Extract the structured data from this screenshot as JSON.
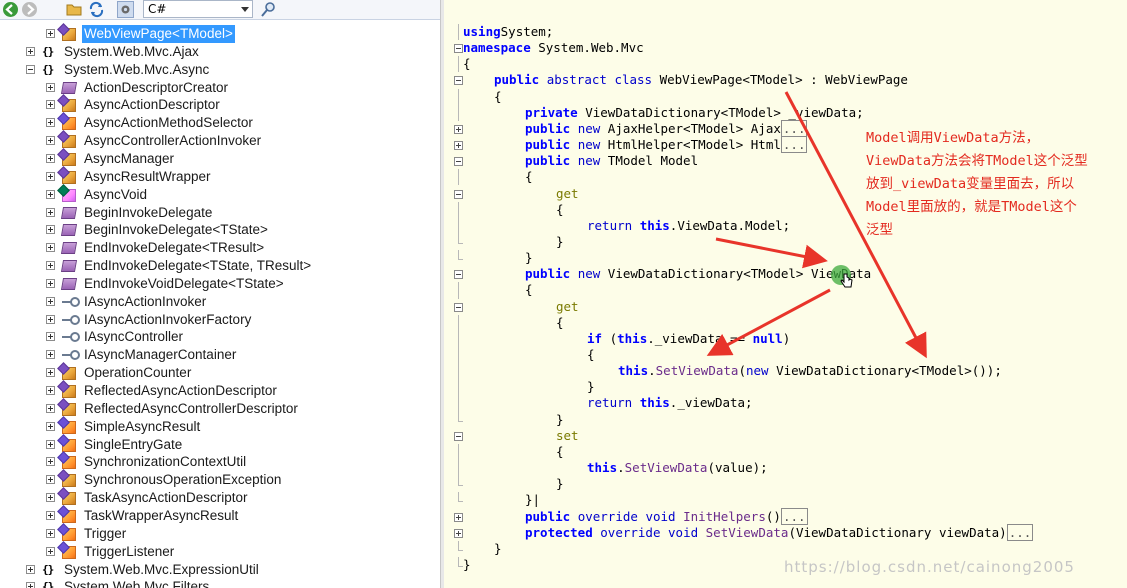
{
  "toolbar": {
    "buttons": [
      "back-button",
      "forward-button",
      "open-button",
      "refresh-button",
      "settings-button",
      "search-button"
    ],
    "language": "C#"
  },
  "tree": {
    "items": [
      {
        "label": "WebViewPage<TModel>",
        "icon": "class-icon",
        "expander": "plus",
        "level": 2,
        "selected": true
      },
      {
        "label": "System.Web.Mvc.Ajax",
        "icon": "namespace-icon",
        "expander": "plus",
        "level": 1
      },
      {
        "label": "System.Web.Mvc.Async",
        "icon": "namespace-icon",
        "expander": "minus",
        "level": 1
      },
      {
        "label": "ActionDescriptorCreator",
        "icon": "delegate-icon",
        "expander": "plus",
        "level": 2
      },
      {
        "label": "AsyncActionDescriptor",
        "icon": "class-icon",
        "expander": "plus",
        "level": 2
      },
      {
        "label": "AsyncActionMethodSelector",
        "icon": "sealed-class-icon",
        "expander": "plus",
        "level": 2
      },
      {
        "label": "AsyncControllerActionInvoker",
        "icon": "class-icon",
        "expander": "plus",
        "level": 2
      },
      {
        "label": "AsyncManager",
        "icon": "class-icon",
        "expander": "plus",
        "level": 2
      },
      {
        "label": "AsyncResultWrapper",
        "icon": "class-icon",
        "expander": "plus",
        "level": 2
      },
      {
        "label": "AsyncVoid",
        "icon": "struct-icon",
        "expander": "plus",
        "level": 2
      },
      {
        "label": "BeginInvokeDelegate",
        "icon": "delegate-icon",
        "expander": "plus",
        "level": 2
      },
      {
        "label": "BeginInvokeDelegate<TState>",
        "icon": "delegate-icon",
        "expander": "plus",
        "level": 2
      },
      {
        "label": "EndInvokeDelegate<TResult>",
        "icon": "delegate-icon",
        "expander": "plus",
        "level": 2
      },
      {
        "label": "EndInvokeDelegate<TState, TResult>",
        "icon": "delegate-icon",
        "expander": "plus",
        "level": 2
      },
      {
        "label": "EndInvokeVoidDelegate<TState>",
        "icon": "delegate-icon",
        "expander": "plus",
        "level": 2
      },
      {
        "label": "IAsyncActionInvoker",
        "icon": "interface-icon",
        "expander": "plus",
        "level": 2
      },
      {
        "label": "IAsyncActionInvokerFactory",
        "icon": "interface-icon",
        "expander": "plus",
        "level": 2
      },
      {
        "label": "IAsyncController",
        "icon": "interface-icon",
        "expander": "plus",
        "level": 2
      },
      {
        "label": "IAsyncManagerContainer",
        "icon": "interface-icon",
        "expander": "plus",
        "level": 2
      },
      {
        "label": "OperationCounter",
        "icon": "class-icon",
        "expander": "plus",
        "level": 2
      },
      {
        "label": "ReflectedAsyncActionDescriptor",
        "icon": "class-icon",
        "expander": "plus",
        "level": 2
      },
      {
        "label": "ReflectedAsyncControllerDescriptor",
        "icon": "class-icon",
        "expander": "plus",
        "level": 2
      },
      {
        "label": "SimpleAsyncResult",
        "icon": "sealed-class-icon",
        "expander": "plus",
        "level": 2
      },
      {
        "label": "SingleEntryGate",
        "icon": "sealed-class-icon",
        "expander": "plus",
        "level": 2
      },
      {
        "label": "SynchronizationContextUtil",
        "icon": "static-class-icon",
        "expander": "plus",
        "level": 2
      },
      {
        "label": "SynchronousOperationException",
        "icon": "class-icon",
        "expander": "plus",
        "level": 2
      },
      {
        "label": "TaskAsyncActionDescriptor",
        "icon": "class-icon",
        "expander": "plus",
        "level": 2
      },
      {
        "label": "TaskWrapperAsyncResult",
        "icon": "sealed-class-icon",
        "expander": "plus",
        "level": 2
      },
      {
        "label": "Trigger",
        "icon": "sealed-class-icon",
        "expander": "plus",
        "level": 2
      },
      {
        "label": "TriggerListener",
        "icon": "sealed-class-icon",
        "expander": "plus",
        "level": 2
      },
      {
        "label": "System.Web.Mvc.ExpressionUtil",
        "icon": "namespace-icon",
        "expander": "plus",
        "level": 1
      },
      {
        "label": "System.Web.Mvc.Filters",
        "icon": "namespace-icon",
        "expander": "plus",
        "level": 1
      }
    ]
  },
  "code": {
    "lines": [
      {
        "indent": 0,
        "fold": "none",
        "tokens": [
          [
            "kw",
            "using"
          ],
          [
            "",
            "System;"
          ]
        ]
      },
      {
        "indent": 0,
        "fold": "minus",
        "tokens": [
          [
            "kw",
            "namespace"
          ],
          [
            "",
            " System.Web.Mvc"
          ]
        ]
      },
      {
        "indent": 0,
        "fold": "none",
        "tokens": [
          [
            "",
            "{"
          ]
        ]
      },
      {
        "indent": 1,
        "fold": "minus",
        "tokens": [
          [
            "kw",
            "public"
          ],
          [
            "",
            " "
          ],
          [
            "kw2",
            "abstract"
          ],
          [
            "",
            " "
          ],
          [
            "kw2",
            "class"
          ],
          [
            "",
            " WebViewPage<TModel> : WebViewPage"
          ]
        ]
      },
      {
        "indent": 1,
        "fold": "none",
        "tokens": [
          [
            "",
            "{"
          ]
        ]
      },
      {
        "indent": 2,
        "fold": "none",
        "tokens": [
          [
            "kw",
            "private"
          ],
          [
            "",
            " ViewDataDictionary<TModel> _viewData;"
          ]
        ]
      },
      {
        "indent": 2,
        "fold": "plus",
        "tokens": [
          [
            "kw",
            "public"
          ],
          [
            "",
            " "
          ],
          [
            "kw2",
            "new"
          ],
          [
            "",
            " AjaxHelper<TModel> Ajax"
          ],
          [
            "box",
            "..."
          ]
        ]
      },
      {
        "indent": 2,
        "fold": "plus",
        "tokens": [
          [
            "kw",
            "public"
          ],
          [
            "",
            " "
          ],
          [
            "kw2",
            "new"
          ],
          [
            "",
            " HtmlHelper<TModel> Html"
          ],
          [
            "box",
            "..."
          ]
        ]
      },
      {
        "indent": 2,
        "fold": "minus",
        "tokens": [
          [
            "kw",
            "public"
          ],
          [
            "",
            " "
          ],
          [
            "kw2",
            "new"
          ],
          [
            "",
            " TModel Model"
          ]
        ]
      },
      {
        "indent": 2,
        "fold": "none",
        "tokens": [
          [
            "",
            "{"
          ]
        ]
      },
      {
        "indent": 3,
        "fold": "minus",
        "tokens": [
          [
            "gs",
            "get"
          ]
        ]
      },
      {
        "indent": 3,
        "fold": "none",
        "tokens": [
          [
            "",
            "{"
          ]
        ]
      },
      {
        "indent": 4,
        "fold": "none",
        "tokens": [
          [
            "kw2",
            "return"
          ],
          [
            "",
            " "
          ],
          [
            "kw",
            "this"
          ],
          [
            "",
            ".ViewData.Model;"
          ]
        ]
      },
      {
        "indent": 3,
        "fold": "end",
        "tokens": [
          [
            "",
            "}"
          ]
        ]
      },
      {
        "indent": 2,
        "fold": "end",
        "tokens": [
          [
            "",
            "}"
          ]
        ]
      },
      {
        "indent": 2,
        "fold": "minus",
        "tokens": [
          [
            "kw",
            "public"
          ],
          [
            "",
            " "
          ],
          [
            "kw2",
            "new"
          ],
          [
            "",
            " ViewDataDictionary<TModel> ViewData"
          ]
        ]
      },
      {
        "indent": 2,
        "fold": "none",
        "tokens": [
          [
            "",
            "{"
          ]
        ]
      },
      {
        "indent": 3,
        "fold": "minus",
        "tokens": [
          [
            "gs",
            "get"
          ]
        ]
      },
      {
        "indent": 3,
        "fold": "none",
        "tokens": [
          [
            "",
            "{"
          ]
        ]
      },
      {
        "indent": 4,
        "fold": "none",
        "tokens": [
          [
            "kw",
            "if"
          ],
          [
            "",
            " ("
          ],
          [
            "kw",
            "this"
          ],
          [
            "",
            "._viewData == "
          ],
          [
            "kw",
            "null"
          ],
          [
            "",
            ")"
          ]
        ]
      },
      {
        "indent": 4,
        "fold": "none",
        "tokens": [
          [
            "",
            "{"
          ]
        ]
      },
      {
        "indent": 5,
        "fold": "none",
        "tokens": [
          [
            "kw",
            "this"
          ],
          [
            "",
            "."
          ],
          [
            "mth",
            "SetViewData"
          ],
          [
            "",
            "("
          ],
          [
            "kw2",
            "new"
          ],
          [
            "",
            " ViewDataDictionary<TModel>());"
          ]
        ]
      },
      {
        "indent": 4,
        "fold": "none",
        "tokens": [
          [
            "",
            "}"
          ]
        ]
      },
      {
        "indent": 4,
        "fold": "none",
        "tokens": [
          [
            "kw2",
            "return"
          ],
          [
            "",
            " "
          ],
          [
            "kw",
            "this"
          ],
          [
            "",
            "._viewData;"
          ]
        ]
      },
      {
        "indent": 3,
        "fold": "end",
        "tokens": [
          [
            "",
            "}"
          ]
        ]
      },
      {
        "indent": 3,
        "fold": "minus",
        "tokens": [
          [
            "gs",
            "set"
          ]
        ]
      },
      {
        "indent": 3,
        "fold": "none",
        "tokens": [
          [
            "",
            "{"
          ]
        ]
      },
      {
        "indent": 4,
        "fold": "none",
        "tokens": [
          [
            "kw",
            "this"
          ],
          [
            "",
            "."
          ],
          [
            "mth",
            "SetViewData"
          ],
          [
            "",
            "(value);"
          ]
        ]
      },
      {
        "indent": 3,
        "fold": "end",
        "tokens": [
          [
            "",
            "}"
          ]
        ]
      },
      {
        "indent": 2,
        "fold": "end",
        "tokens": [
          [
            "",
            "}|"
          ]
        ]
      },
      {
        "indent": 2,
        "fold": "plus",
        "tokens": [
          [
            "kw",
            "public"
          ],
          [
            "",
            " "
          ],
          [
            "kw2",
            "override"
          ],
          [
            "",
            " "
          ],
          [
            "kw2",
            "void"
          ],
          [
            "",
            " "
          ],
          [
            "mth",
            "InitHelpers"
          ],
          [
            "",
            "()"
          ],
          [
            "box",
            "..."
          ]
        ]
      },
      {
        "indent": 2,
        "fold": "plus",
        "tokens": [
          [
            "kw",
            "protected"
          ],
          [
            "",
            " "
          ],
          [
            "kw2",
            "override"
          ],
          [
            "",
            " "
          ],
          [
            "kw2",
            "void"
          ],
          [
            "",
            " "
          ],
          [
            "mth",
            "SetViewData"
          ],
          [
            "",
            "(ViewDataDictionary viewData)"
          ],
          [
            "box",
            "..."
          ]
        ]
      },
      {
        "indent": 1,
        "fold": "end",
        "tokens": [
          [
            "",
            "}"
          ]
        ]
      },
      {
        "indent": 0,
        "fold": "end",
        "tokens": [
          [
            "",
            "}"
          ]
        ]
      }
    ]
  },
  "annotation": {
    "lines": [
      "Model调用ViewData方法，",
      "ViewData方法会将TModel这个泛型",
      "放到_viewData变量里面去，所以",
      "Model里面放的，就是TModel这个",
      "泛型"
    ],
    "color": "#e32a1f"
  },
  "watermark": "https://blog.csdn.net/cainong2005"
}
